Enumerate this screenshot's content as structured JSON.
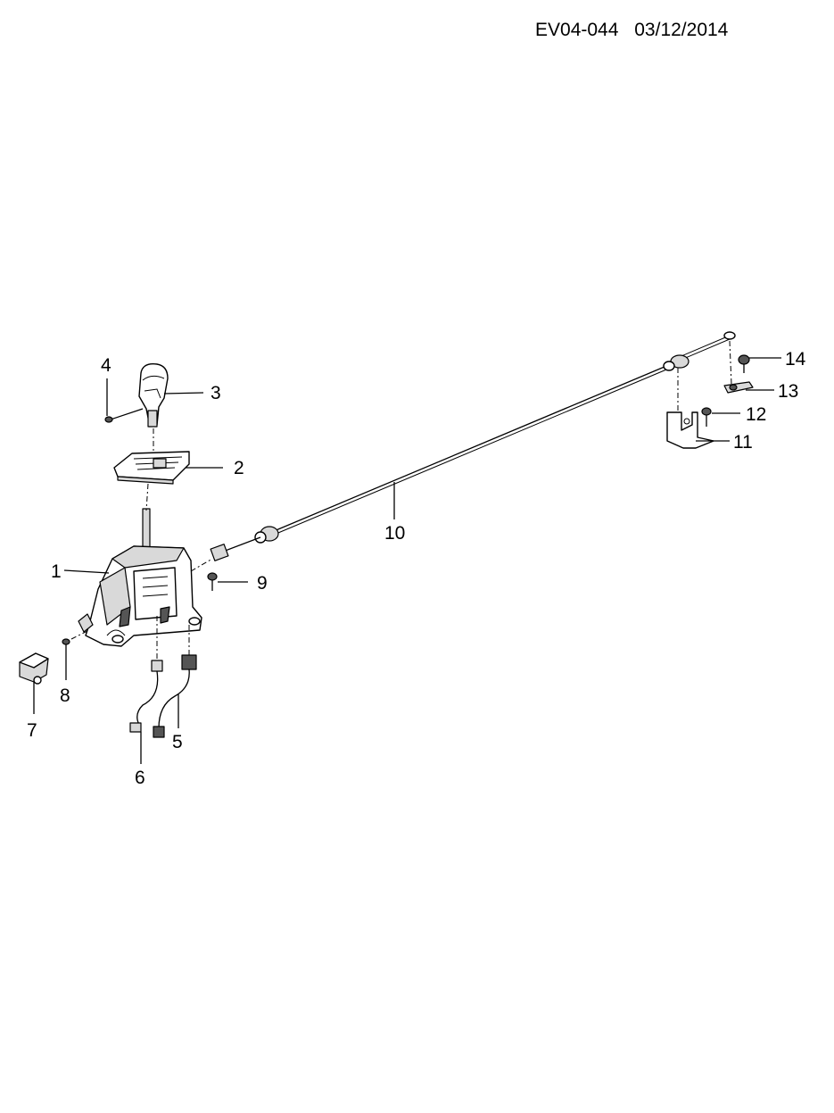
{
  "header": {
    "code": "EV04-044",
    "date": "03/12/2014"
  },
  "callouts": [
    {
      "id": "1",
      "part": "shift-control-assembly"
    },
    {
      "id": "2",
      "part": "shift-indicator-bezel"
    },
    {
      "id": "3",
      "part": "shift-knob"
    },
    {
      "id": "4",
      "part": "knob-screw"
    },
    {
      "id": "5",
      "part": "wiring-harness"
    },
    {
      "id": "6",
      "part": "wiring-harness-connector"
    },
    {
      "id": "7",
      "part": "switch-module"
    },
    {
      "id": "8",
      "part": "nut"
    },
    {
      "id": "9",
      "part": "bolt"
    },
    {
      "id": "10",
      "part": "shift-cable"
    },
    {
      "id": "11",
      "part": "cable-bracket"
    },
    {
      "id": "12",
      "part": "bracket-bolt"
    },
    {
      "id": "13",
      "part": "cable-retainer"
    },
    {
      "id": "14",
      "part": "retainer-nut"
    }
  ]
}
